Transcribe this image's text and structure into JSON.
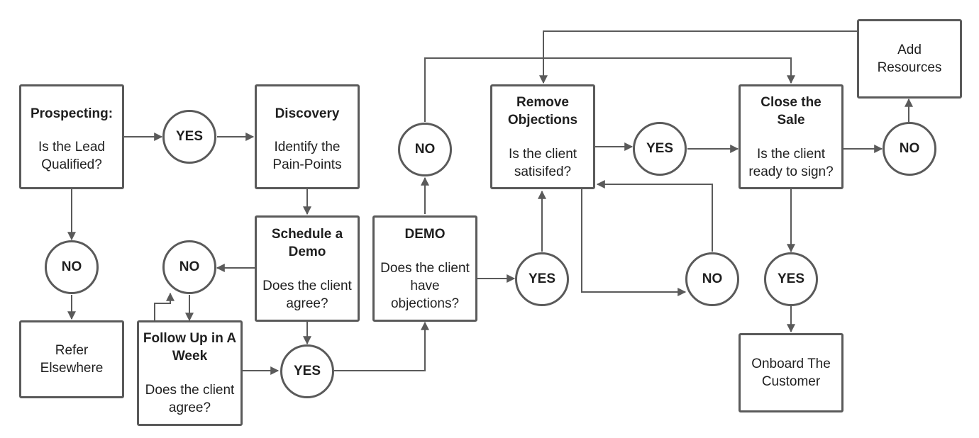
{
  "nodes": {
    "prospecting": {
      "title": "Prospecting:",
      "body": "Is the Lead Qualified?"
    },
    "discovery": {
      "title": "Discovery",
      "body": "Identify the Pain-Points"
    },
    "schedule_demo": {
      "title": "Schedule a Demo",
      "body": "Does the client agree?"
    },
    "follow_up": {
      "title": "Follow Up in A Week",
      "body": "Does the client agree?"
    },
    "refer": {
      "body": "Refer Elsewhere"
    },
    "demo": {
      "title": "DEMO",
      "body": "Does the client have objections?"
    },
    "remove_objections": {
      "title": "Remove Objections",
      "body": "Is the client satisifed?"
    },
    "close_sale": {
      "title": "Close the Sale",
      "body": "Is the client ready to sign?"
    },
    "add_resources": {
      "body": "Add Resources"
    },
    "onboard": {
      "body": "Onboard The Customer"
    }
  },
  "decisions": {
    "yes_1": "YES",
    "no_1": "NO",
    "no_2": "NO",
    "yes_2": "YES",
    "no_3": "NO",
    "yes_3": "YES",
    "yes_4": "YES",
    "no_4": "NO",
    "no_5": "NO",
    "yes_5": "YES"
  },
  "colors": {
    "stroke": "#5a5a5a",
    "text": "#1f1f1f",
    "background": "#ffffff"
  }
}
